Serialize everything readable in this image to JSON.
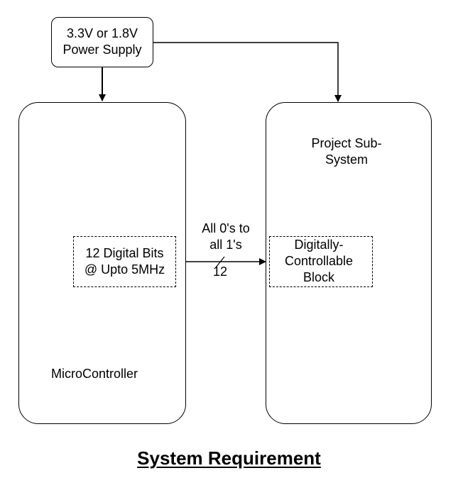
{
  "power_supply": {
    "line1": "3.3V or 1.8V",
    "line2": "Power Supply"
  },
  "microcontroller": {
    "label": "MicroController",
    "inner_block": {
      "line1": "12 Digital Bits",
      "line2": "@ Upto 5MHz"
    }
  },
  "project_subsystem": {
    "line1": "Project Sub-",
    "line2": "System",
    "inner_block": {
      "line1": "Digitally-",
      "line2": "Controllable",
      "line3": "Block"
    }
  },
  "bus": {
    "range_line1": "All 0's to",
    "range_line2": "all 1's",
    "width": "12"
  },
  "title": "System Requirement"
}
